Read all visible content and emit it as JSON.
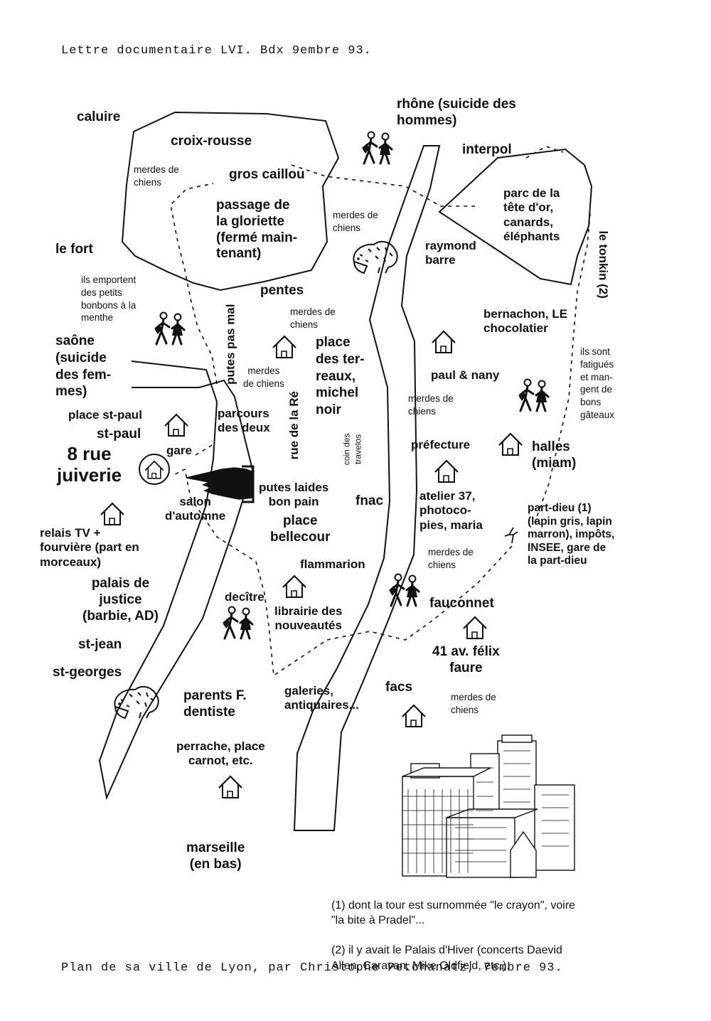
{
  "header": {
    "title": "Lettre documentaire LVI. Bdx 9embre 93."
  },
  "footer": {
    "caption": "Plan de sa ville de Lyon, par Christophe Petchanatz, 7embre 93."
  },
  "labels": {
    "caluire": "caluire",
    "croix_rousse": "croix-rousse",
    "merdes_1": "merdes de\nchiens",
    "gros_caillou": "gros caillou",
    "passage": "passage de\nla gloriette\n(fermé main-\ntenant)",
    "merdes_2": "merdes de\nchiens",
    "rhone": "rhône (suicide des\nhommes)",
    "interpol": "interpol",
    "parc": "parc de la\ntête d'or,\ncanards,\néléphants",
    "le_tonkin": "le tonkin (2)",
    "raymond_barre": "raymond\nbarre",
    "le_fort": "le fort",
    "bonbons": "ils emportent\ndes petits\nbonbons à la\nmenthe",
    "pentes": "pentes",
    "merdes_3": "merdes de\nchiens",
    "putes_pas_mal": "putes pas mal",
    "bernachon": "bernachon, LE\nchocolatier",
    "fatigues": "ils sont\nfatigués\net man-\ngent de\nbons\ngâteaux",
    "saone": "saône\n(suicide\ndes fem-\nmes)",
    "merdes_4": "merdes\nde chiens",
    "terreaux": "place\ndes ter-\nreaux,\nmichel\nnoir",
    "paul_nany": "paul & nany",
    "merdes_5": "merdes de\nchiens",
    "place_st_paul": "place st-paul",
    "st_paul": "st-paul",
    "parcours": "parcours\ndes deux",
    "rue_de_la_re": "rue de la Ré",
    "coin_travelos": "coin des\ntravelos",
    "prefecture": "préfecture",
    "halles": "halles\n(miam)",
    "gare": "gare",
    "rue_juiverie": "8 rue\njuiverie",
    "putes_laides": "putes laides\nbon pain",
    "fnac": "fnac",
    "atelier": "atelier 37,\nphotoco-\npies, maria",
    "part_dieu": "part-dieu  (1)\n(lapin gris, lapin\nmarron), impôts,\nINSEE, gare de\nla part-dieu",
    "salon": "salon\nd'automne",
    "bellecour": "place\nbellecour",
    "relais": "relais TV +\nfourvière (part en\nmorceaux)",
    "merdes_6": "merdes de\nchiens",
    "flammarion": "flammarion",
    "palais": "palais de\njustice\n(barbie, AD)",
    "decitre": "decître",
    "librairie": "librairie des\nnouveautés",
    "fauconnet": "fauconnet",
    "st_jean": "st-jean",
    "felix_faure": "41 av. félix\nfaure",
    "st_georges": "st-georges",
    "galeries": "galeries,\nantiquaires...",
    "facs": "facs",
    "merdes_7": "merdes de\nchiens",
    "parents": "parents F.\ndentiste",
    "perrache": "perrache, place\ncarnot, etc.",
    "marseille": "marseille\n(en bas)"
  },
  "footnotes": {
    "note1": "(1) dont la tour est surnommée \"le crayon\", voire\n\"la bite à Pradel\"...",
    "note2": "(2) il y avait le Palais d'Hiver (concerts Daevid\nAllen, Caravan, Mike Oldfield, etc.)."
  },
  "icons": {
    "house": "house-icon",
    "walkers": "walking-couple-icon",
    "dog": "dog-icon",
    "hand": "pointing-hand-icon",
    "buildings": "skyscrapers-drawing"
  },
  "colors": {
    "ink": "#111111",
    "paper": "#ffffff"
  }
}
